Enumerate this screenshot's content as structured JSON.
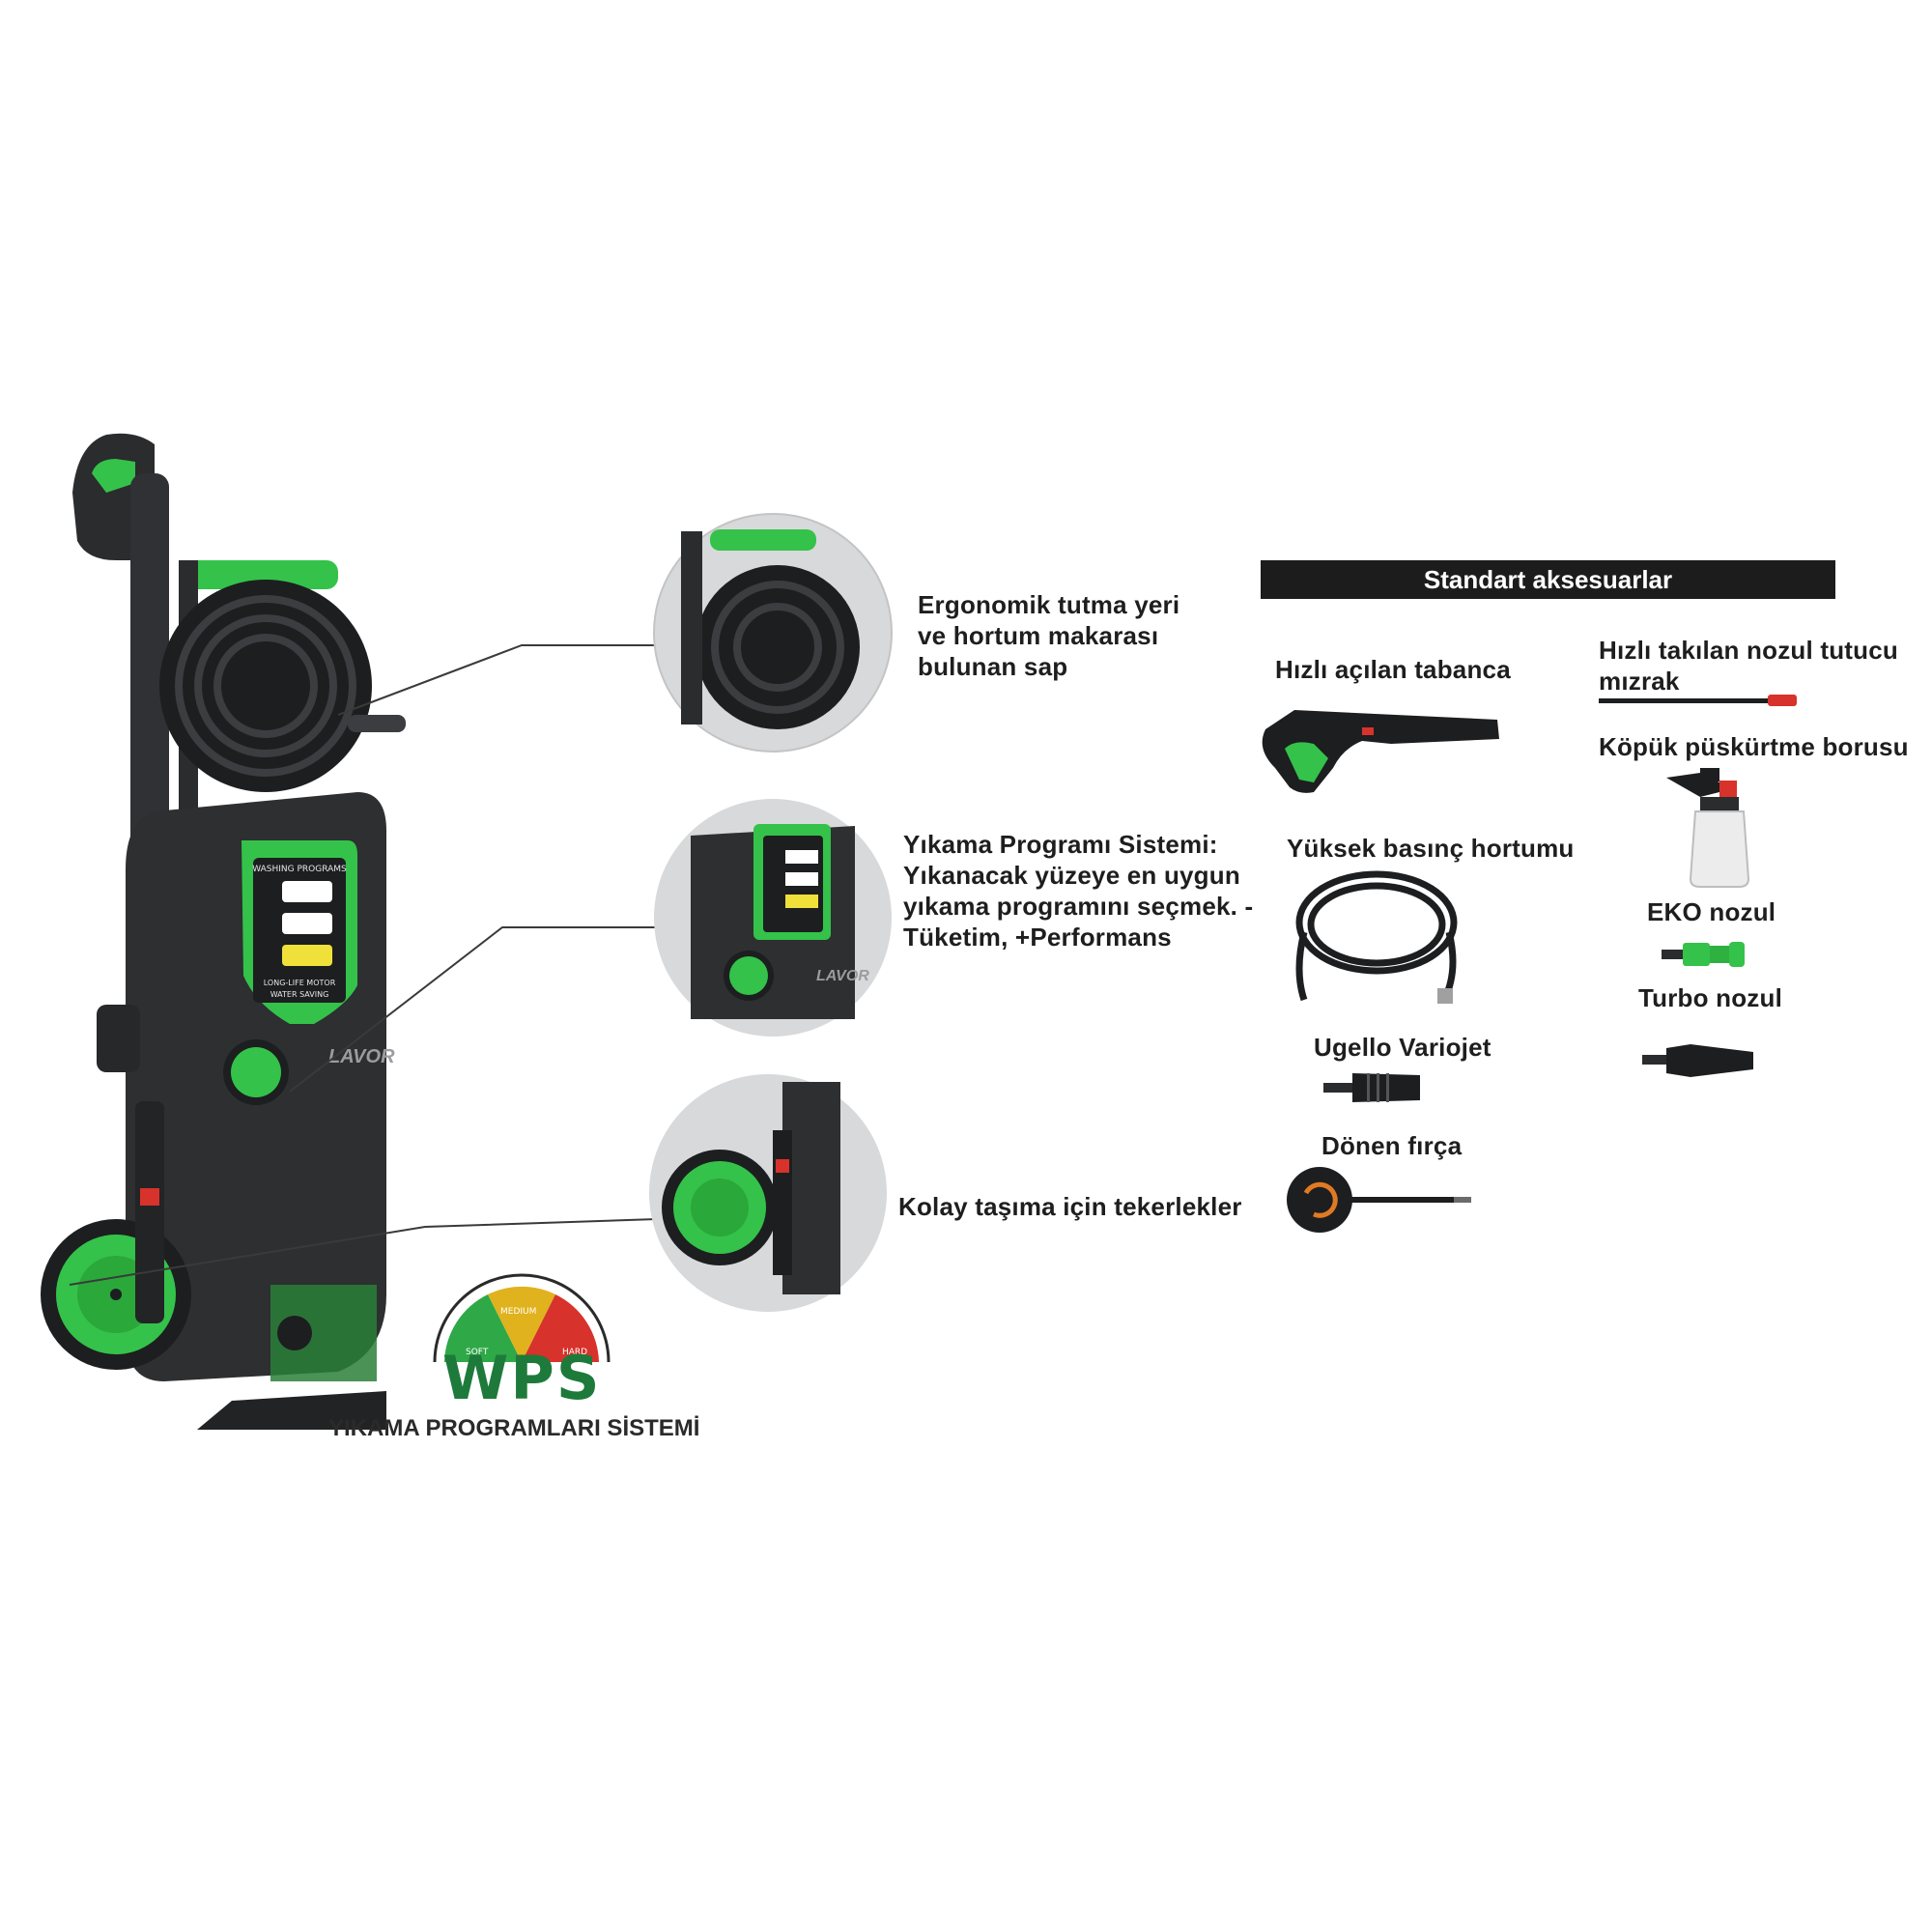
{
  "features": {
    "handle": "Ergonomik tutma yeri\nve hortum makarası\nbulunan sap",
    "program": "Yıkama Programı Sistemi:\nYıkanacak yüzeye en uygun\nyıkama programını seçmek. -\nTüketim, +Performans",
    "wheels": "Kolay taşıma için tekerlekler"
  },
  "accessories": {
    "header": "Standart aksesuarlar",
    "gun": "Hızlı açılan tabanca",
    "lance": "Hızlı takılan nozul tutucu\nmızrak",
    "foam": "Köpük püskürtme borusu",
    "hose": "Yüksek basınç hortumu",
    "eko": "EKO nozul",
    "turbo": "Turbo nozul",
    "variojet": "Ugello Variojet",
    "brush": "Dönen fırça"
  },
  "machine": {
    "brand": "LAVOR",
    "panel_title": "WASHING PROGRAMS",
    "panel_footer_1": "LONG-LIFE MOTOR",
    "panel_footer_2": "WATER SAVING"
  },
  "wps": {
    "logo": "WPS",
    "soft": "SOFT",
    "medium": "MEDIUM",
    "hard": "HARD",
    "caption": "YIKAMA PROGRAMLARI SİSTEMİ"
  },
  "colors": {
    "accent_green": "#2fbf3c",
    "body_dark": "#2d2f31",
    "header_bar": "#1c1c1c",
    "wps_green": "#1e7a3a",
    "wps_yellow": "#e0b21d",
    "wps_red": "#d7322b"
  }
}
